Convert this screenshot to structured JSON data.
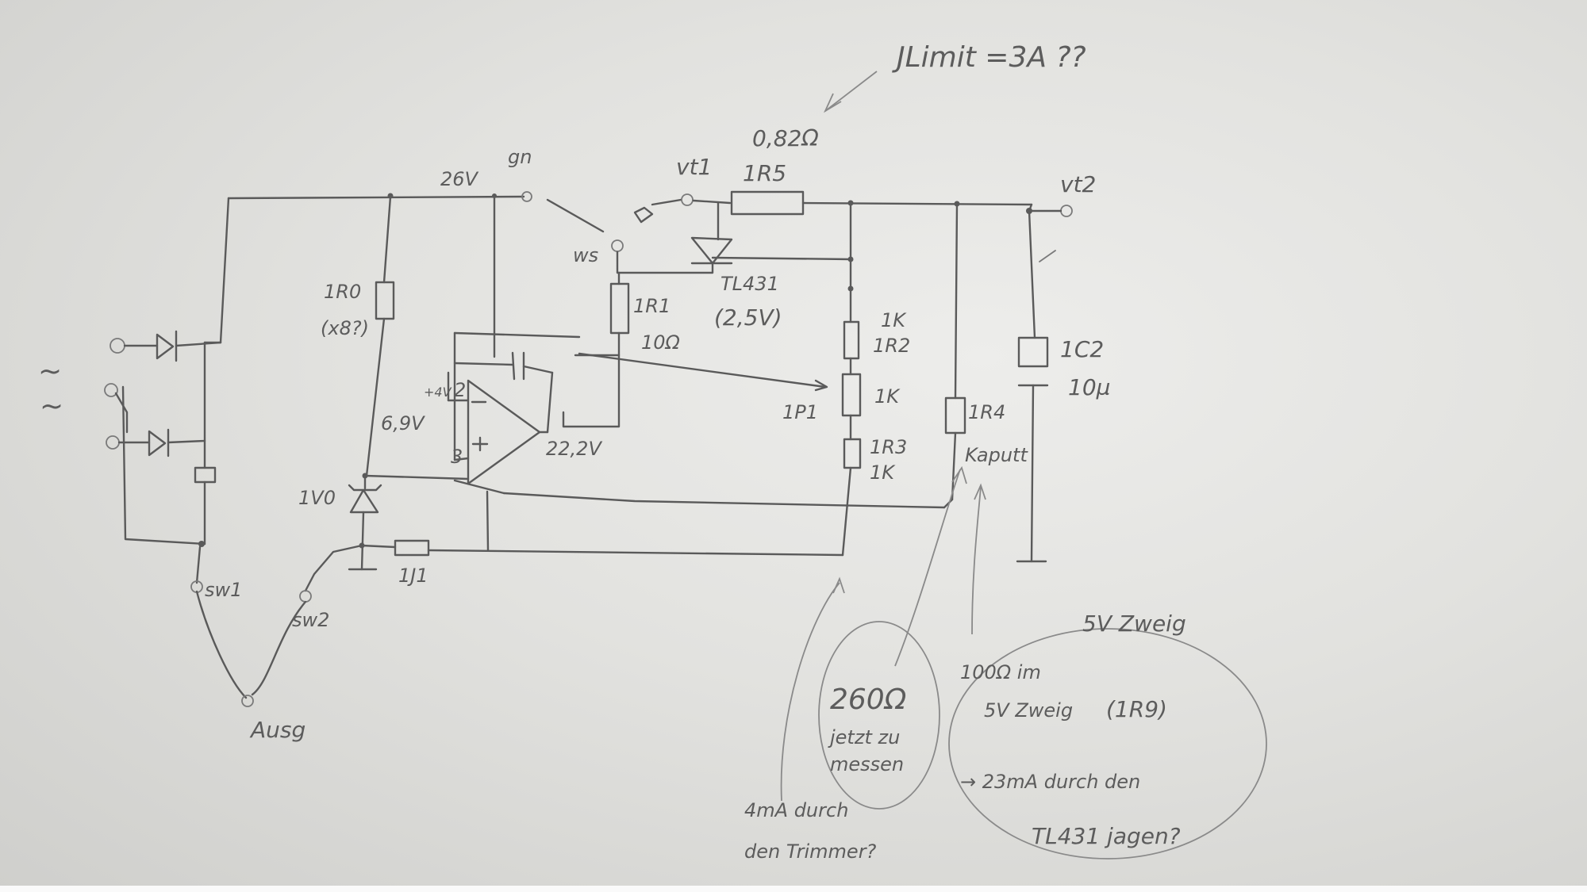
{
  "annotations": {
    "ilimit": "JLimit =3A ??",
    "r_value": "0,82Ω",
    "r_name": "1R5",
    "vt1": "vt1",
    "vt2": "vt2",
    "volt_26": "26V",
    "gn": "gn",
    "ws": "ws",
    "tl431": "TL431",
    "tl431_v": "(2,5V)",
    "r1_name": "1R1",
    "r1_val": "10Ω",
    "r0_name": "1R0",
    "r0_val": "(x8?)",
    "op_pin2": "2",
    "op_pin3": "3",
    "op_4": "+4V",
    "volt_69": "6,9V",
    "volt_222": "22,2V",
    "r2_val": "1K",
    "r2_name": "1R2",
    "p1_name": "1P1",
    "p1_val": "1K",
    "r3_name": "1R3",
    "r3_val": "1K",
    "r4_name": "1R4",
    "r4_note": "Kaputt",
    "c2_name": "1C2",
    "c2_val": "10µ",
    "d0_name": "1V0",
    "j1_name": "1J1",
    "sw1": "sw1",
    "sw2": "sw2",
    "ausg": "Ausg",
    "ac1": "~",
    "ac2": "~",
    "circle1_l1": "260Ω",
    "circle1_l2": "jetzt zu",
    "circle1_l3": "messen",
    "zweig_title": "5V Zweig",
    "circle2_l1": "100Ω im",
    "circle2_l2": "5V Zweig",
    "circle2_l3": "(1R9)",
    "circle2_l4": "→ 23mA durch den",
    "circle2_l5": "TL431 jagen?",
    "trimmer_l1": "4mA durch",
    "trimmer_l2": "den Trimmer?"
  }
}
